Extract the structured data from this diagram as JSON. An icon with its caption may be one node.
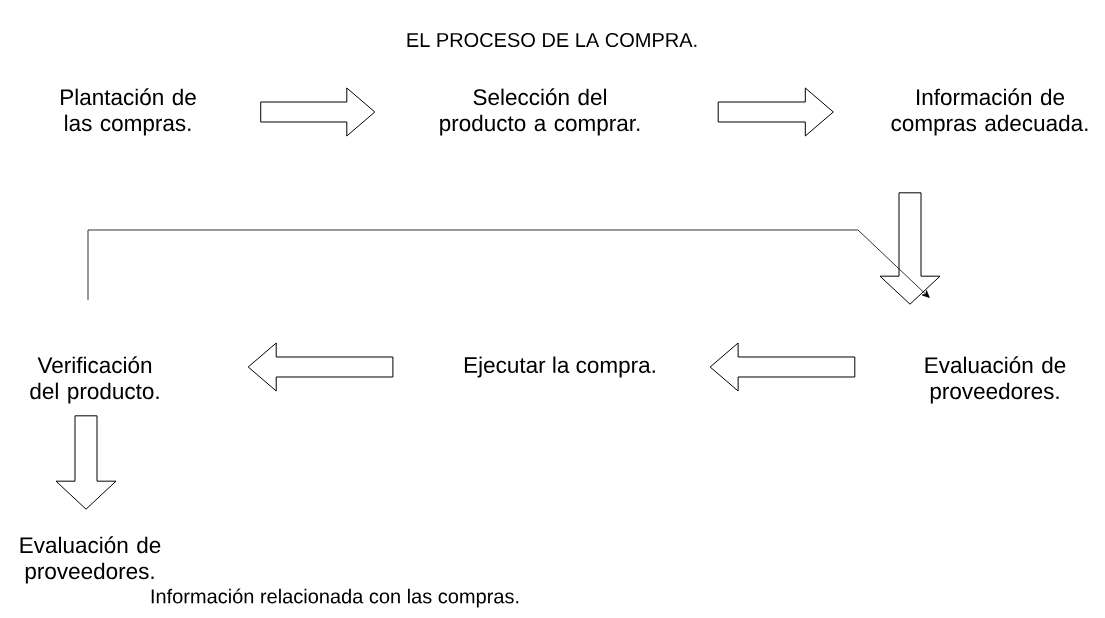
{
  "diagram": {
    "title": "EL PROCESO DE LA COMPRA.",
    "nodes": [
      {
        "text": [
          "Plantación de las compras."
        ]
      },
      {
        "text": [
          "Selección del producto a comprar."
        ]
      },
      {
        "text": [
          "Información de compras adecuada."
        ]
      },
      {
        "text": [
          "Evaluación de proveedores."
        ]
      },
      {
        "text": [
          "Ejecutar la compra."
        ]
      },
      {
        "text": [
          "Verificación del producto."
        ]
      },
      {
        "text": [
          "Evaluación de proveedores."
        ]
      }
    ],
    "edges": [
      {
        "from": 0,
        "to": 1,
        "arrow": "to",
        "style": "thick"
      },
      {
        "from": 1,
        "to": 2,
        "arrow": "to",
        "style": "thick"
      },
      {
        "from": 2,
        "to": 3,
        "arrow": "to",
        "style": "thick"
      },
      {
        "from": 3,
        "to": 4,
        "arrow": "to",
        "style": "thick"
      },
      {
        "from": 4,
        "to": 5,
        "arrow": "to",
        "style": "thick"
      },
      {
        "from": 5,
        "to": 6,
        "arrow": "to",
        "style": "thick"
      },
      {
        "from": 5,
        "to": 3,
        "arrow": "to"
      }
    ],
    "labels": [
      "Información relacionada con las compras."
    ]
  }
}
